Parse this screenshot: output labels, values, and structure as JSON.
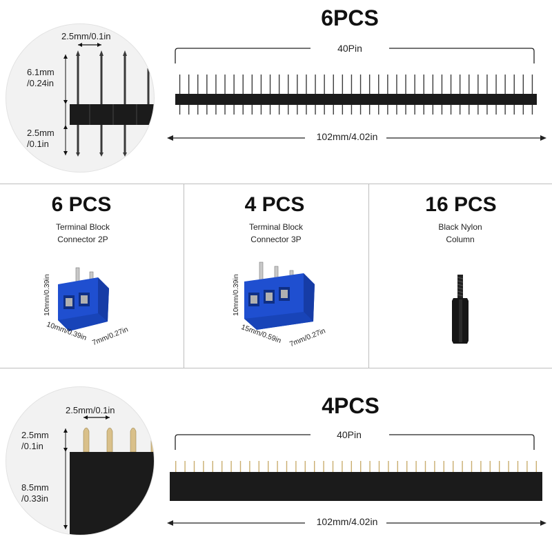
{
  "male_header": {
    "quantity": "6PCS",
    "pin_count": "40Pin",
    "length": "102mm/4.02in",
    "pitch": "2.5mm/0.1in",
    "pin_top_line1": "6.1mm",
    "pin_top_line2": "/0.24in",
    "pin_bottom_line1": "2.5mm",
    "pin_bottom_line2": "/0.1in"
  },
  "terminal_2p": {
    "quantity": "6 PCS",
    "name_line1": "Terminal Block",
    "name_line2": "Connector 2P",
    "height": "10mm/0.39in",
    "width": "10mm/0.39in",
    "depth": "7mm/0.27in",
    "color": "#1f4fd0"
  },
  "terminal_3p": {
    "quantity": "4 PCS",
    "name_line1": "Terminal Block",
    "name_line2": "Connector 3P",
    "height": "10mm/0.39in",
    "width": "15mm/0.59in",
    "depth": "7mm/0.27in",
    "color": "#1f4fd0"
  },
  "nylon_column": {
    "quantity": "16 PCS",
    "name_line1": "Black Nylon",
    "name_line2": "Column"
  },
  "female_header": {
    "quantity": "4PCS",
    "pin_count": "40Pin",
    "length": "102mm/4.02in",
    "pitch": "2.5mm/0.1in",
    "pin_top_line1": "2.5mm",
    "pin_top_line2": "/0.1in",
    "body_line1": "8.5mm",
    "body_line2": "/0.33in"
  }
}
